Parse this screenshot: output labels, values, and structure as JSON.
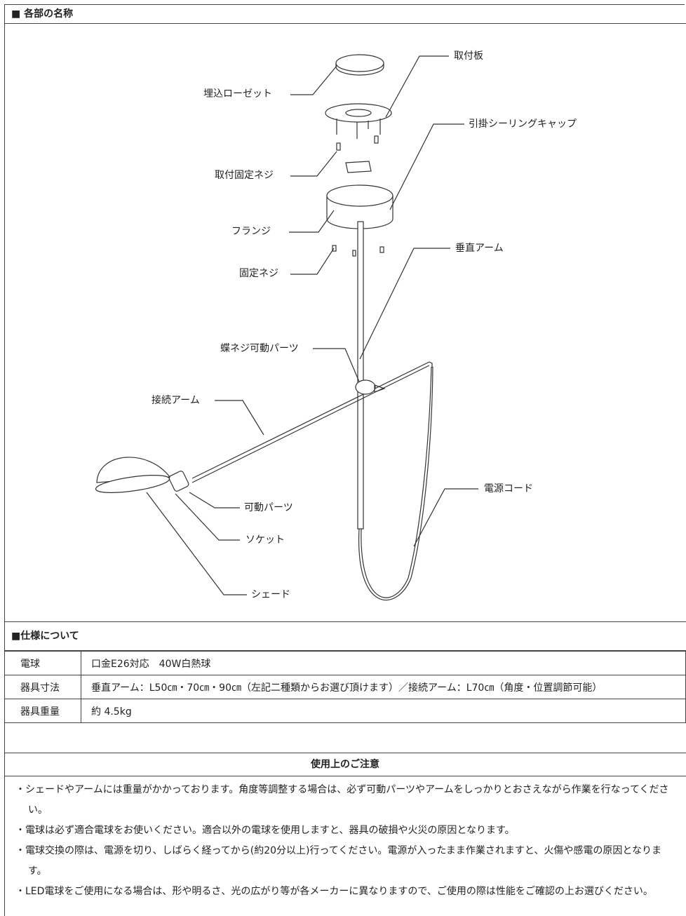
{
  "parts_section": {
    "title": "■ 各部の名称",
    "labels": {
      "rosette": "埋込ローゼット",
      "mount_plate": "取付板",
      "cap": "引掛シーリングキャップ",
      "mount_screw": "取付固定ネジ",
      "flange": "フランジ",
      "fix_screw": "固定ネジ",
      "vertical_arm": "垂直アーム",
      "butterfly": "蝶ネジ可動パーツ",
      "connect_arm": "接続アーム",
      "cord": "電源コード",
      "movable": "可動パーツ",
      "socket": "ソケット",
      "shade": "シェード"
    }
  },
  "spec_section": {
    "title": "■仕様について",
    "rows": [
      {
        "key": "電球",
        "value": "口金E26対応　40W白熱球"
      },
      {
        "key": "器具寸法",
        "value": "垂直アーム：L50㎝・70㎝・90㎝（左記二種類からお選び頂けます）／接続アーム：L70㎝（角度・位置調節可能）"
      },
      {
        "key": "器具重量",
        "value": "約 4.5kg"
      }
    ]
  },
  "notice": {
    "title": "使用上のご注意",
    "items": [
      "・シェードやアームには重量がかかっております。角度等調整する場合は、必ず可動パーツやアームをしっかりとおさえながら作業を行なってください。",
      "・電球は必ず適合電球をお使いください。適合以外の電球を使用しますと、器具の破損や火災の原因となります。",
      "・電球交換の際は、電源を切り、しばらく経ってから(約20分以上)行ってください。電源が入ったまま作業されますと、火傷や感電の原因となります。",
      "・LED電球をご使用になる場合は、形や明るさ、光の広がり等が各メーカーに異なりますので、ご使用の際は性能をご確認の上お選びください。"
    ]
  }
}
